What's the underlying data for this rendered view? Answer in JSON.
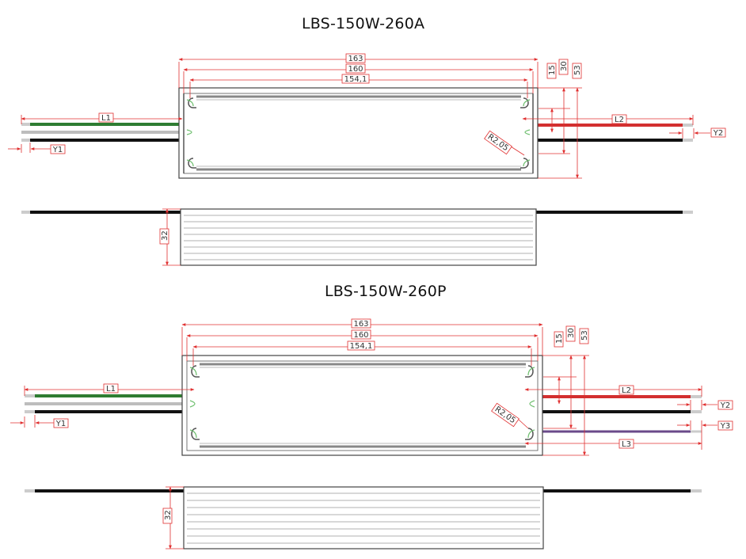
{
  "colors": {
    "dimension": "#e03030",
    "outline": "#444444",
    "green_wire": "#2e7d32",
    "red_wire": "#d32f2f",
    "black_wire": "#111111",
    "grey_wire": "#bdbdbd",
    "purple_wire": "#6a4a8a",
    "bolt_highlight": "#6fbf6f"
  },
  "model_a": {
    "title": "LBS-150W-260A",
    "dims": {
      "total_length": "163",
      "body_length": "160",
      "inner_length": "154,1",
      "h15": "15",
      "h30": "30",
      "h53": "53",
      "radius": "R2,05",
      "l1": "L1",
      "l2": "L2",
      "y1": "Y1",
      "y2": "Y2",
      "side_height": "32"
    }
  },
  "model_p": {
    "title": "LBS-150W-260P",
    "dims": {
      "total_length": "163",
      "body_length": "160",
      "inner_length": "154,1",
      "h15": "15",
      "h30": "30",
      "h53": "53",
      "radius": "R2,05",
      "l1": "L1",
      "l2": "L2",
      "l3": "L3",
      "y1": "Y1",
      "y2": "Y2",
      "y3": "Y3",
      "side_height": "32"
    }
  }
}
